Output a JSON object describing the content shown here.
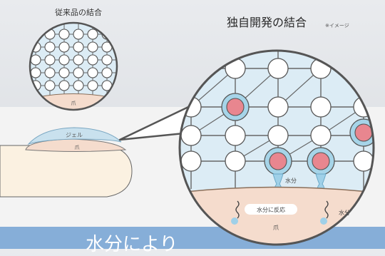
{
  "labels": {
    "conventional_title": "従来品の結合",
    "original_title": "独自開発の結合",
    "image_note": "※イメージ",
    "nail": "爪",
    "gel": "ジェル",
    "moisture": "水分",
    "reacts_to_moisture": "水分に反応",
    "bottom_banner": "水分により"
  },
  "colors": {
    "network_fill": "#dcecf5",
    "node_fill": "#ffffff",
    "node_stroke": "#555555",
    "reactive_core": "#e8868f",
    "reactive_ring": "#a6d4e8",
    "nail_fill": "#f5dccd",
    "gel_fill": "#c9e1ee",
    "water_drop": "#9fd0e8",
    "banner": "#86aed8"
  }
}
